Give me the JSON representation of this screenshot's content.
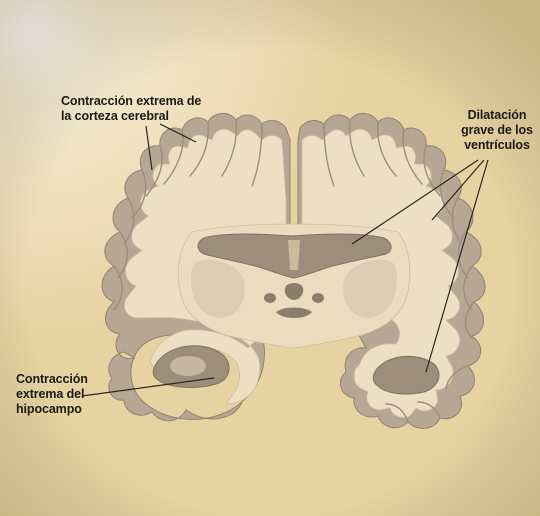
{
  "labels": {
    "cortex": "Contracción extrema de\nla corteza cerebral",
    "ventricles": "Dilatación\ngrave de los\nventrículos",
    "hippocampus": "Contracción\nextrema del\nhipocampo"
  },
  "colors": {
    "background": "#e9d8a8",
    "cortex": "#b5a793",
    "white_matter": "#ecdfc4",
    "cavity": "#9c8e7a",
    "label_text": "#1c1a16"
  }
}
